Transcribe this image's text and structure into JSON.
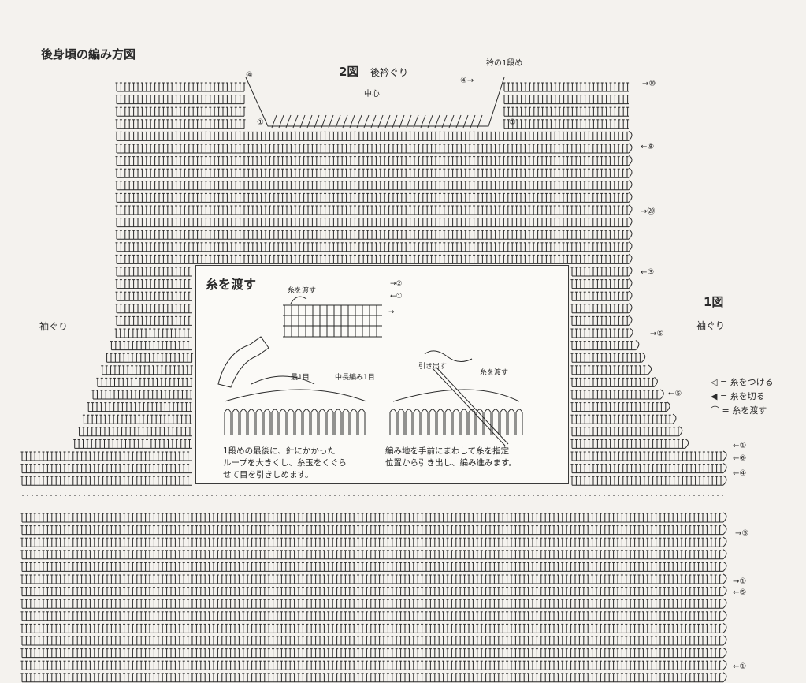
{
  "page_title": "後身頃の編み方図",
  "figure2": {
    "label": "2図",
    "name": "後衿ぐり"
  },
  "figure1": {
    "label": "1図",
    "name": "袖ぐり"
  },
  "left_label": "袖ぐり",
  "collar_first_row": "衿の1段め",
  "center_label": "中心",
  "row_markers": {
    "collar_left": "④",
    "collar_left_arrow": "④→",
    "collar_left_bottom": "①",
    "collar_right_bottom": "①",
    "right": [
      "→⑩",
      "←⑧",
      "→⑳",
      "←③",
      "→⑤",
      "←⑤",
      "←①",
      "←⑥",
      "←④",
      "→⑤",
      "→①",
      "←⑤",
      "←①"
    ]
  },
  "legend": [
    {
      "symbol": "◁",
      "text": "= 糸をつける"
    },
    {
      "symbol": "◀",
      "text": "= 糸を切る"
    },
    {
      "symbol": "⌒",
      "text": "= 糸を渡す"
    }
  ],
  "inset": {
    "title": "糸を渡す",
    "small_labels": {
      "cross_yarn": "糸を渡す",
      "row2": "→②",
      "row1": "←①",
      "arrow": "→"
    },
    "left_labels": {
      "first_stitch": "最1目",
      "half_double": "中長編み1目"
    },
    "right_labels": {
      "pull_out": "引き出す",
      "cross_yarn": "糸を渡す"
    },
    "caption_left": "1段めの最後に、針にかかった\nループを大きくし、糸玉をくぐら\nせて目を引きしめます。",
    "caption_right": "編み地を手前にまわして糸を指定\n位置から引き出し、編み進みます。"
  },
  "colors": {
    "paper": "#f4f2ee",
    "ink": "#2a2a2a"
  }
}
